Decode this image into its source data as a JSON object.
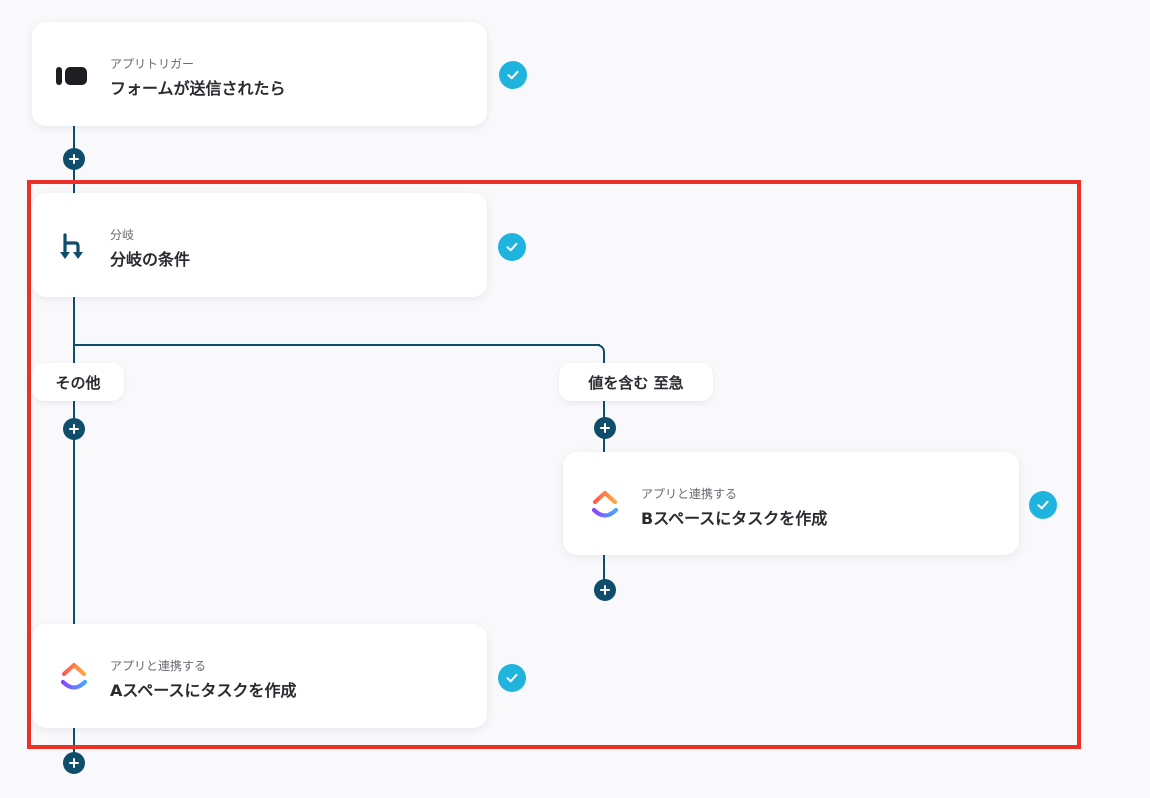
{
  "colors": {
    "connector": "#0f4e6b",
    "check": "#1fb4dd",
    "highlight": "#ec3027"
  },
  "trigger": {
    "small": "アプリトリガー",
    "title": "フォームが送信されたら",
    "icon": "form-app-icon"
  },
  "branch": {
    "small": "分岐",
    "title": "分岐の条件",
    "icon": "branch-icon"
  },
  "branch_labels": {
    "other": "その他",
    "contains": "値を含む 至急"
  },
  "action_b": {
    "small": "アプリと連携する",
    "title": "Bスペースにタスクを作成",
    "icon": "clickup-icon"
  },
  "action_a": {
    "small": "アプリと連携する",
    "title": "Aスペースにタスクを作成",
    "icon": "clickup-icon"
  }
}
